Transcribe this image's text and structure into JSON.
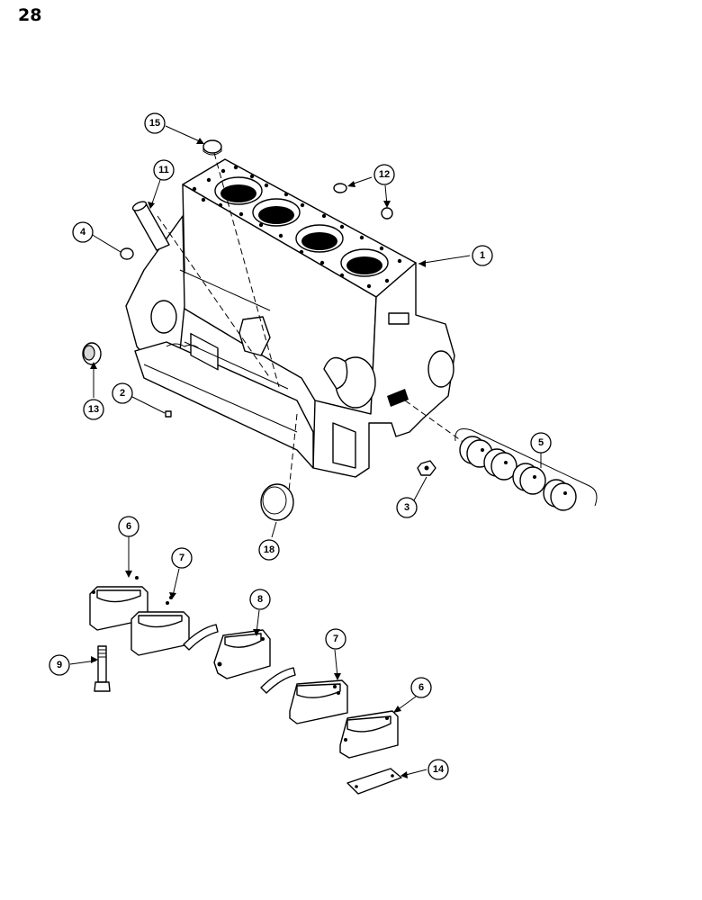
{
  "page": {
    "number": "28"
  },
  "callouts": [
    {
      "id": "1",
      "label": "1"
    },
    {
      "id": "2",
      "label": "2"
    },
    {
      "id": "3",
      "label": "3"
    },
    {
      "id": "4",
      "label": "4"
    },
    {
      "id": "5",
      "label": "5"
    },
    {
      "id": "6a",
      "label": "6"
    },
    {
      "id": "6b",
      "label": "6"
    },
    {
      "id": "7a",
      "label": "7"
    },
    {
      "id": "7b",
      "label": "7"
    },
    {
      "id": "8",
      "label": "8"
    },
    {
      "id": "9",
      "label": "9"
    },
    {
      "id": "11",
      "label": "11"
    },
    {
      "id": "12",
      "label": "12"
    },
    {
      "id": "13",
      "label": "13"
    },
    {
      "id": "14",
      "label": "14"
    },
    {
      "id": "15",
      "label": "15"
    },
    {
      "id": "18",
      "label": "18"
    }
  ]
}
